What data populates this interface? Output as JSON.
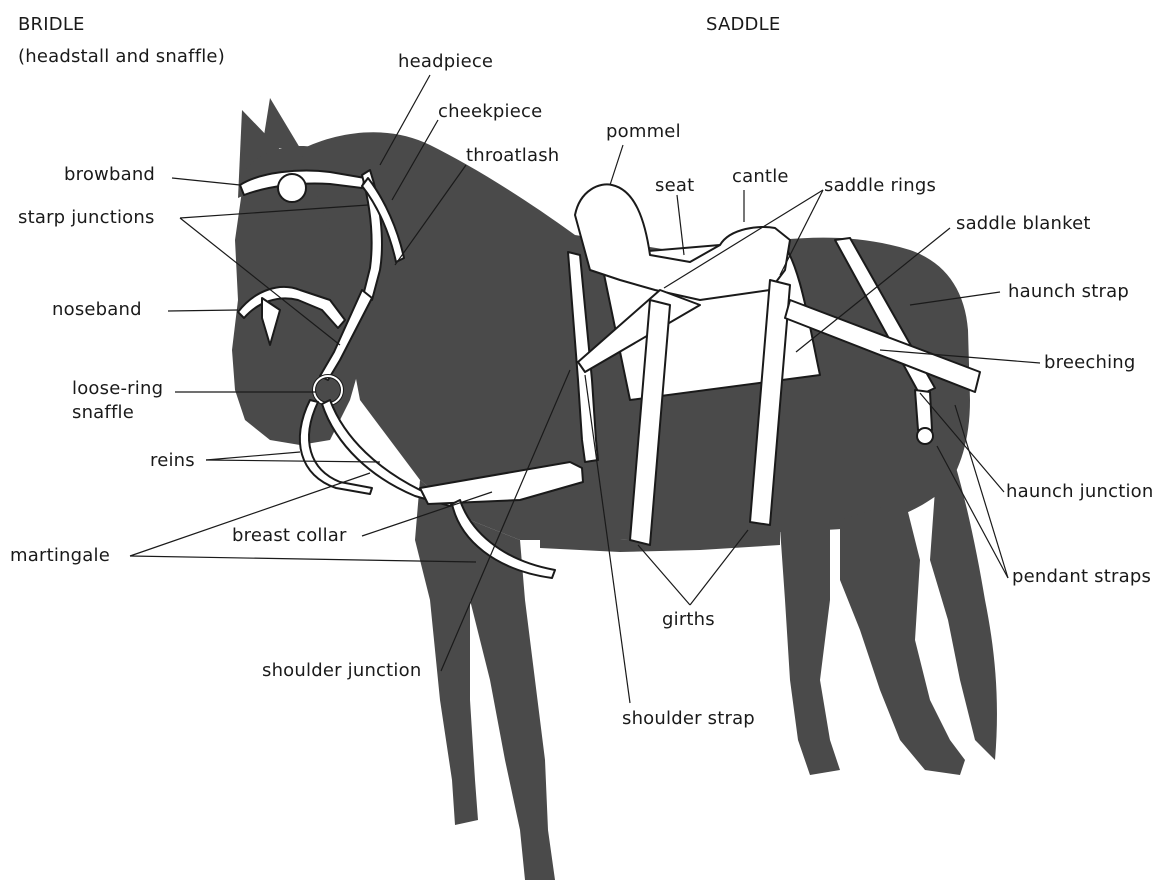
{
  "headings": {
    "bridle": "BRIDLE",
    "bridle_sub": "(headstall and snaffle)",
    "saddle": "SADDLE"
  },
  "labels": {
    "headpiece": "headpiece",
    "cheekpiece": "cheekpiece",
    "throatlash": "throatlash",
    "browband": "browband",
    "strap_junctions": "starp junctions",
    "noseband": "noseband",
    "loose_ring_1": "loose-ring",
    "loose_ring_2": "snaffle",
    "reins": "reins",
    "martingale": "martingale",
    "breast_collar": "breast collar",
    "shoulder_junction": "shoulder junction",
    "shoulder_strap": "shoulder strap",
    "pommel": "pommel",
    "seat": "seat",
    "cantle": "cantle",
    "saddle_rings": "saddle rings",
    "saddle_blanket": "saddle blanket",
    "haunch_strap": "haunch strap",
    "breeching": "breeching",
    "haunch_junction": "haunch junction",
    "pendant_straps": "pendant straps",
    "girths": "girths"
  },
  "colors": {
    "horse": "#4a4a4a",
    "tack": "#ffffff",
    "outline": "#1a1a1a",
    "leader": "#1a1a1a"
  }
}
